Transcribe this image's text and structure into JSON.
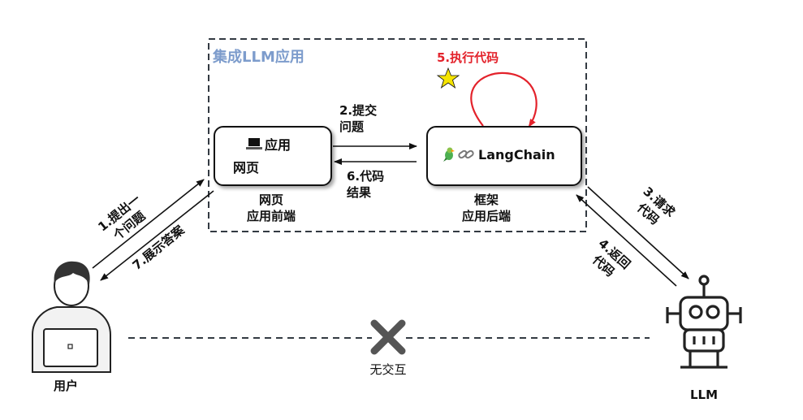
{
  "container": {
    "title": "集成LLM应用"
  },
  "frontend_box": {
    "line1": "应用",
    "line2": "网页",
    "icon": "laptop-icon"
  },
  "backend_box": {
    "label": "LangChain",
    "icons": [
      "parrot-icon",
      "link-icon"
    ]
  },
  "captions": {
    "frontend": [
      "网页",
      "应用前端"
    ],
    "backend": [
      "框架",
      "应用后端"
    ]
  },
  "steps": {
    "s1": [
      "1.提出一",
      "个问题"
    ],
    "s2": [
      "2.提交",
      "问题"
    ],
    "s3": [
      "3.请求",
      "代码"
    ],
    "s4": [
      "4.返回",
      "代码"
    ],
    "s5": "5.执行代码",
    "s6": [
      "6.代码",
      "结果"
    ],
    "s7": "7.展示答案"
  },
  "user": {
    "label": "用户",
    "icon": "user-with-laptop-icon"
  },
  "llm": {
    "label": "LLM",
    "icon": "robot-icon"
  },
  "no_interaction": {
    "label": "无交互",
    "icon": "cross-icon"
  },
  "star": {
    "icon": "star-icon",
    "color": "#f5e400"
  },
  "colors": {
    "accent": "#7d9ccc",
    "loop": "#e3222b",
    "dark": "#333a42"
  }
}
